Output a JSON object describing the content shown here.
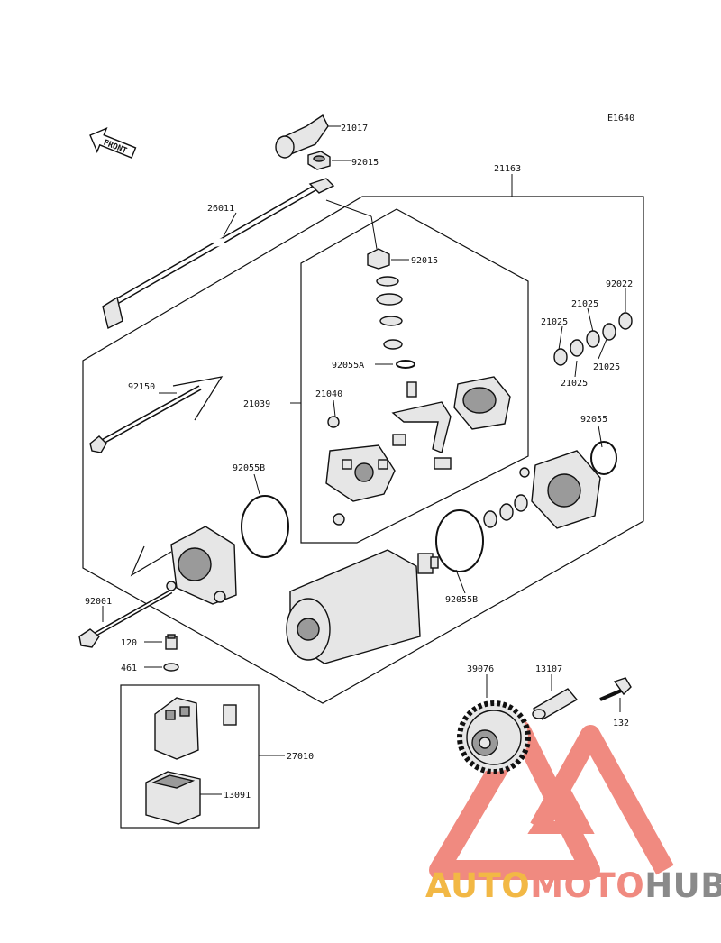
{
  "diagram_code": "E1640",
  "front_label": "FRONT",
  "parts": {
    "p21017": "21017",
    "p92015a": "92015",
    "p21163": "21163",
    "p26011": "26011",
    "p92015b": "92015",
    "p92022": "92022",
    "p21025a": "21025",
    "p21025b": "21025",
    "p21025c": "21025",
    "p21025d": "21025",
    "p92055A": "92055A",
    "p92150": "92150",
    "p21039": "21039",
    "p21040": "21040",
    "p92055": "92055",
    "p92055B_a": "92055B",
    "p92055B_b": "92055B",
    "p92001": "92001",
    "p120": "120",
    "p461": "461",
    "p39076": "39076",
    "p13107": "13107",
    "p132": "132",
    "p27010": "27010",
    "p13091": "13091"
  },
  "watermark": {
    "part1": "AUTO",
    "part2": "MOTO",
    "part3": "HUB",
    "colors": {
      "auto": "#f2b845",
      "moto": "#f08a80",
      "hub": "#8a8a8a",
      "triangle": "#f08a80"
    }
  }
}
